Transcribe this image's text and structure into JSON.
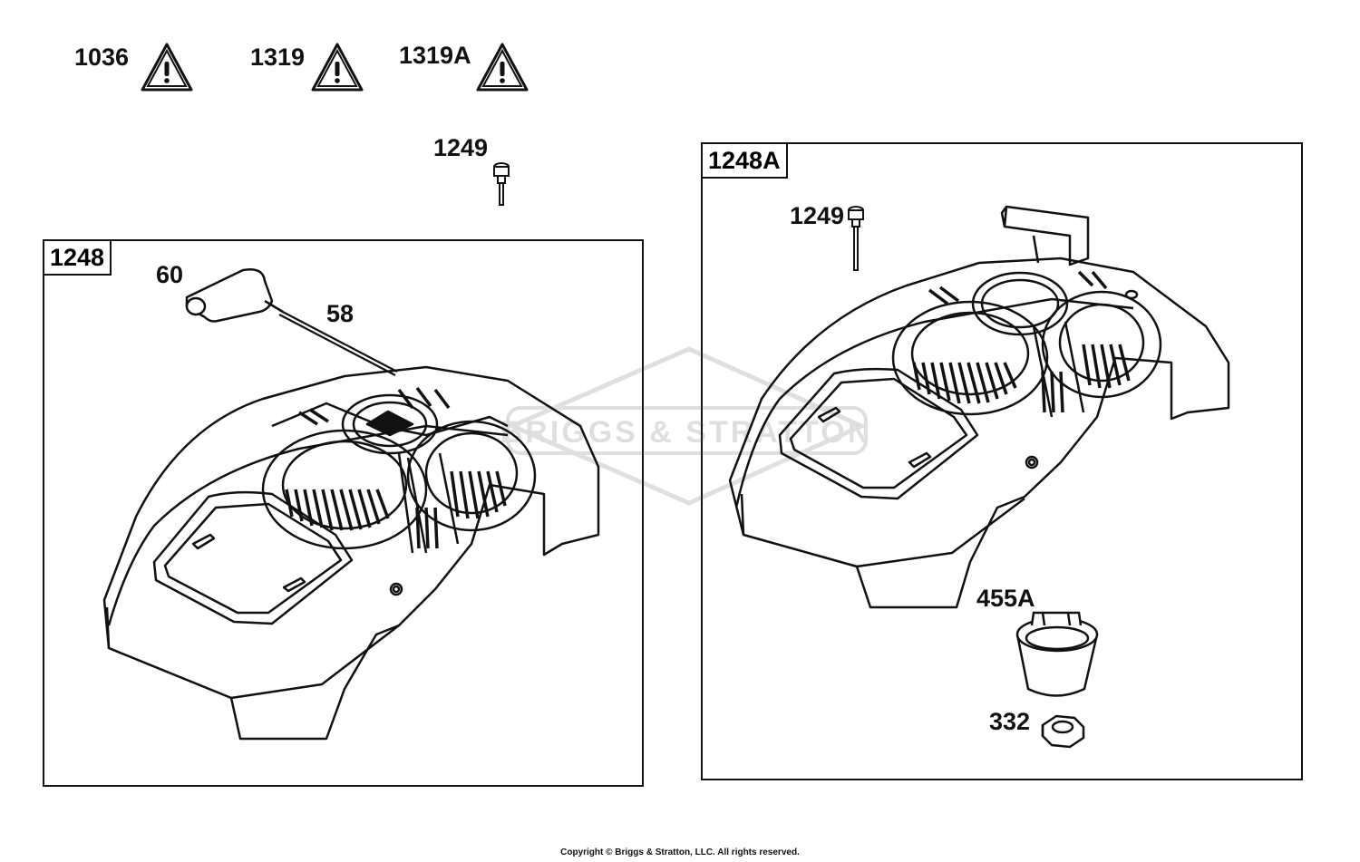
{
  "warnings": [
    {
      "label": "1036",
      "icon": "warning-triangle-icon"
    },
    {
      "label": "1319",
      "icon": "warning-triangle-icon"
    },
    {
      "label": "1319A",
      "icon": "warning-triangle-icon"
    }
  ],
  "loose_parts": {
    "bolt_top": "1249"
  },
  "assembly_left": {
    "box_label": "1248",
    "parts": {
      "handle": "60",
      "rope": "58"
    }
  },
  "assembly_right": {
    "box_label": "1248A",
    "parts": {
      "bolt": "1249",
      "cup": "455A",
      "nut": "332"
    }
  },
  "watermark": "BRIGGS & STRATTON",
  "copyright": "Copyright © Briggs & Stratton, LLC. All rights reserved."
}
